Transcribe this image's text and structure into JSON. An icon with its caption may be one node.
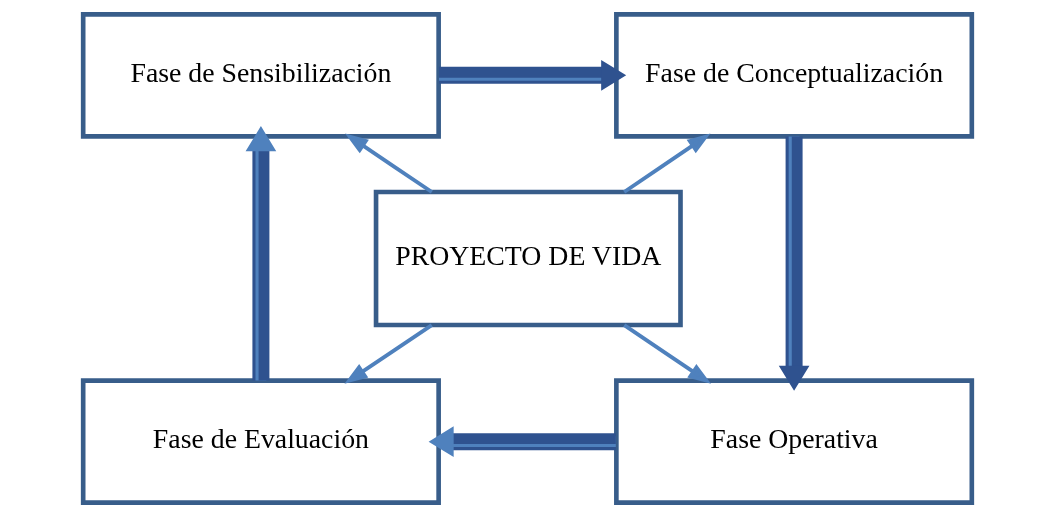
{
  "diagram": {
    "nodes": [
      {
        "text": [
          "Fase de Sensibilización"
        ]
      },
      {
        "text": [
          "Fase de Conceptualización"
        ]
      },
      {
        "text": [
          "PROYECTO DE VIDA"
        ]
      },
      {
        "text": [
          "Fase de Evaluación"
        ]
      },
      {
        "text": [
          "Fase Operativa"
        ]
      }
    ],
    "edges": [
      {
        "from": 0,
        "to": 1,
        "arrow": "to",
        "style": "thick"
      },
      {
        "from": 1,
        "to": 4,
        "arrow": "to",
        "style": "thick"
      },
      {
        "from": 4,
        "to": 3,
        "arrow": "to",
        "style": "thick"
      },
      {
        "from": 3,
        "to": 0,
        "arrow": "to",
        "style": "thick"
      },
      {
        "from": 2,
        "to": 0,
        "arrow": "to"
      },
      {
        "from": 2,
        "to": 1,
        "arrow": "to"
      },
      {
        "from": 2,
        "to": 3,
        "arrow": "to"
      },
      {
        "from": 2,
        "to": 4,
        "arrow": "to"
      }
    ]
  }
}
